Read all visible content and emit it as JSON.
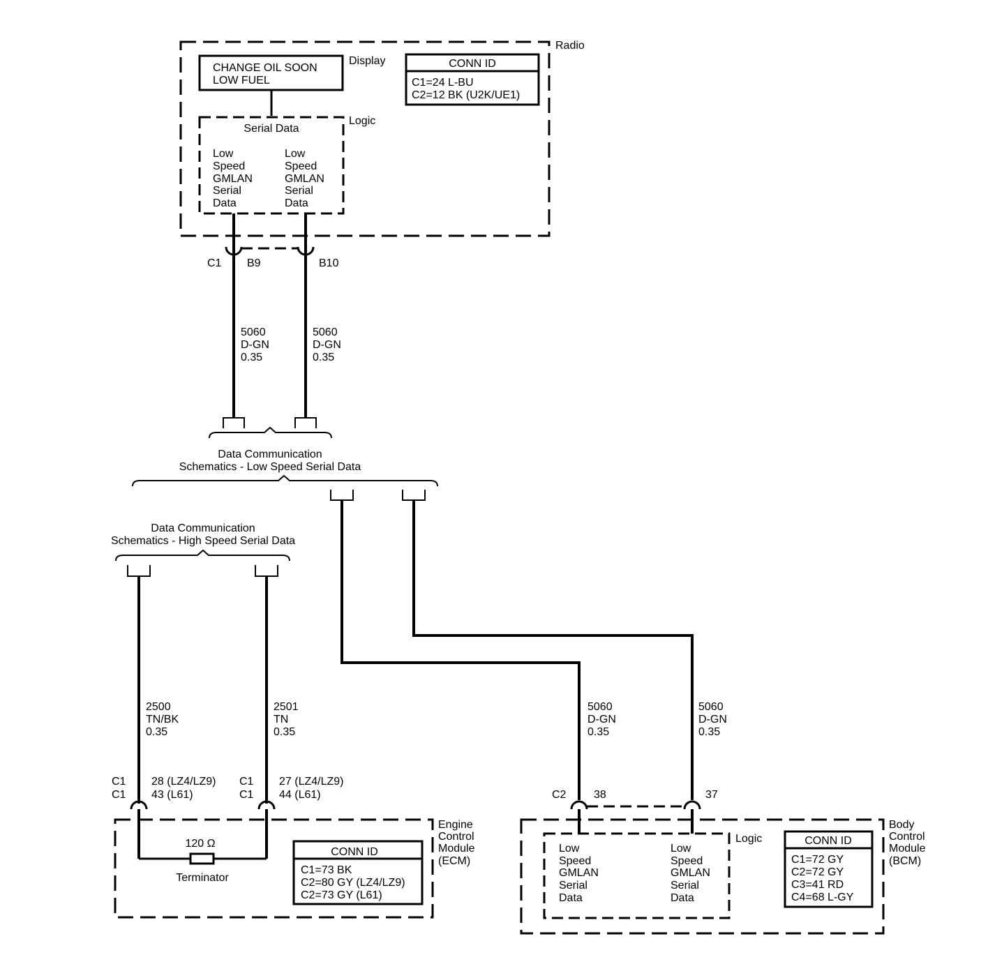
{
  "radio": {
    "title": "Radio",
    "display_label": "Display",
    "display_lines": [
      "CHANGE OIL SOON",
      "LOW FUEL"
    ],
    "logic_label": "Logic",
    "serial_data": "Serial Data",
    "port_left": [
      "Low",
      "Speed",
      "GMLAN",
      "Serial",
      "Data"
    ],
    "port_right": [
      "Low",
      "Speed",
      "GMLAN",
      "Serial",
      "Data"
    ],
    "conn_id_title": "CONN ID",
    "conn_id_lines": [
      "C1=24 L-BU",
      "C2=12 BK (U2K/UE1)"
    ],
    "connector": "C1",
    "pin_left": "B9",
    "pin_right": "B10"
  },
  "radio_wires": {
    "left": [
      "5060",
      "D-GN",
      "0.35"
    ],
    "right": [
      "5060",
      "D-GN",
      "0.35"
    ]
  },
  "low_speed_ref": [
    "Data Communication",
    "Schematics - Low Speed Serial Data"
  ],
  "high_speed_ref": [
    "Data Communication",
    "Schematics - High Speed Serial Data"
  ],
  "ecm_wires": {
    "left": [
      "2500",
      "TN/BK",
      "0.35"
    ],
    "right": [
      "2501",
      "TN",
      "0.35"
    ]
  },
  "ecm_pins": {
    "left_conn": [
      "C1",
      "C1"
    ],
    "left_pins": [
      "28 (LZ4/LZ9)",
      "43 (L61)"
    ],
    "right_conn": [
      "C1",
      "C1"
    ],
    "right_pins": [
      "27 (LZ4/LZ9)",
      "44 (L61)"
    ]
  },
  "ecm": {
    "title_lines": [
      "Engine",
      "Control",
      "Module",
      "(ECM)"
    ],
    "resistor_value": "120 Ω",
    "terminator": "Terminator",
    "conn_id_title": "CONN ID",
    "conn_id_lines": [
      "C1=73 BK",
      "C2=80 GY (LZ4/LZ9)",
      "C2=73 GY (L61)"
    ]
  },
  "bcm_wires": {
    "left": [
      "5060",
      "D-GN",
      "0.35"
    ],
    "right": [
      "5060",
      "D-GN",
      "0.35"
    ]
  },
  "bcm": {
    "connector": "C2",
    "pin_left": "38",
    "pin_right": "37",
    "title_lines": [
      "Body",
      "Control",
      "Module",
      "(BCM)"
    ],
    "logic_label": "Logic",
    "port_left": [
      "Low",
      "Speed",
      "GMLAN",
      "Serial",
      "Data"
    ],
    "port_right": [
      "Low",
      "Speed",
      "GMLAN",
      "Serial",
      "Data"
    ],
    "conn_id_title": "CONN ID",
    "conn_id_lines": [
      "C1=72 GY",
      "C2=72 GY",
      "C3=41 RD",
      "C4=68 L-GY"
    ]
  }
}
